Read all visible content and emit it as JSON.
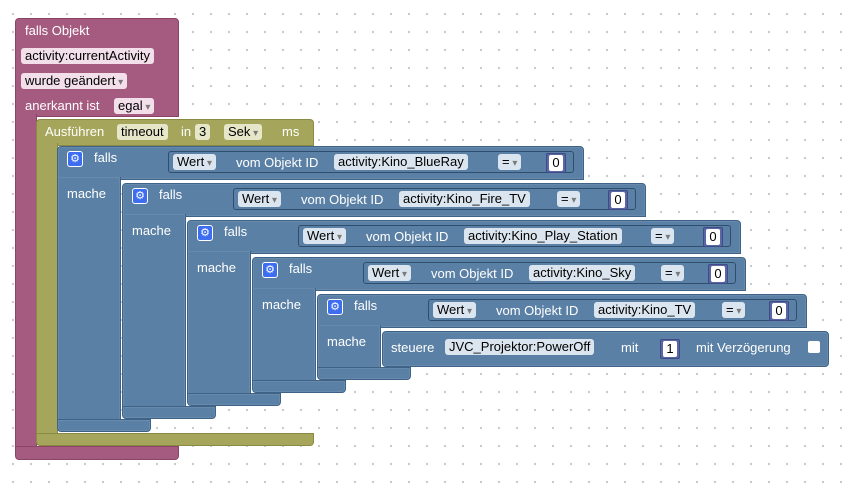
{
  "trigger": {
    "title": "falls Objekt",
    "object_id": "activity:currentActivity",
    "condition": "wurde geändert",
    "ack_label": "anerkannt ist",
    "ack_value": "egal"
  },
  "timeout": {
    "label": "Ausführen",
    "name": "timeout",
    "in_label": "in",
    "value": "3",
    "unit": "Sek",
    "ms_label": "ms"
  },
  "labels": {
    "if": "falls",
    "do": "mache",
    "value": "Wert",
    "of_object": "vom Objekt ID",
    "eq": "="
  },
  "conditions": [
    {
      "object_id": "activity:Kino_BlueRay",
      "compare": "0"
    },
    {
      "object_id": "activity:Kino_Fire_TV",
      "compare": "0"
    },
    {
      "object_id": "activity:Kino_Play_Station",
      "compare": "0"
    },
    {
      "object_id": "activity:Kino_Sky",
      "compare": "0"
    },
    {
      "object_id": "activity:Kino_TV",
      "compare": "0"
    }
  ],
  "control": {
    "label": "steuere",
    "object_id": "JVC_Projektor:PowerOff",
    "with_label": "mit",
    "value": "1",
    "delay_label": "mit Verzögerung"
  },
  "colors": {
    "trigger": "#a55b80",
    "timeout": "#a5a55b",
    "logic": "#5b80a5",
    "number": "#5b67a5",
    "gear": "#3d6df0"
  },
  "icons": {
    "gear": "⚙"
  }
}
